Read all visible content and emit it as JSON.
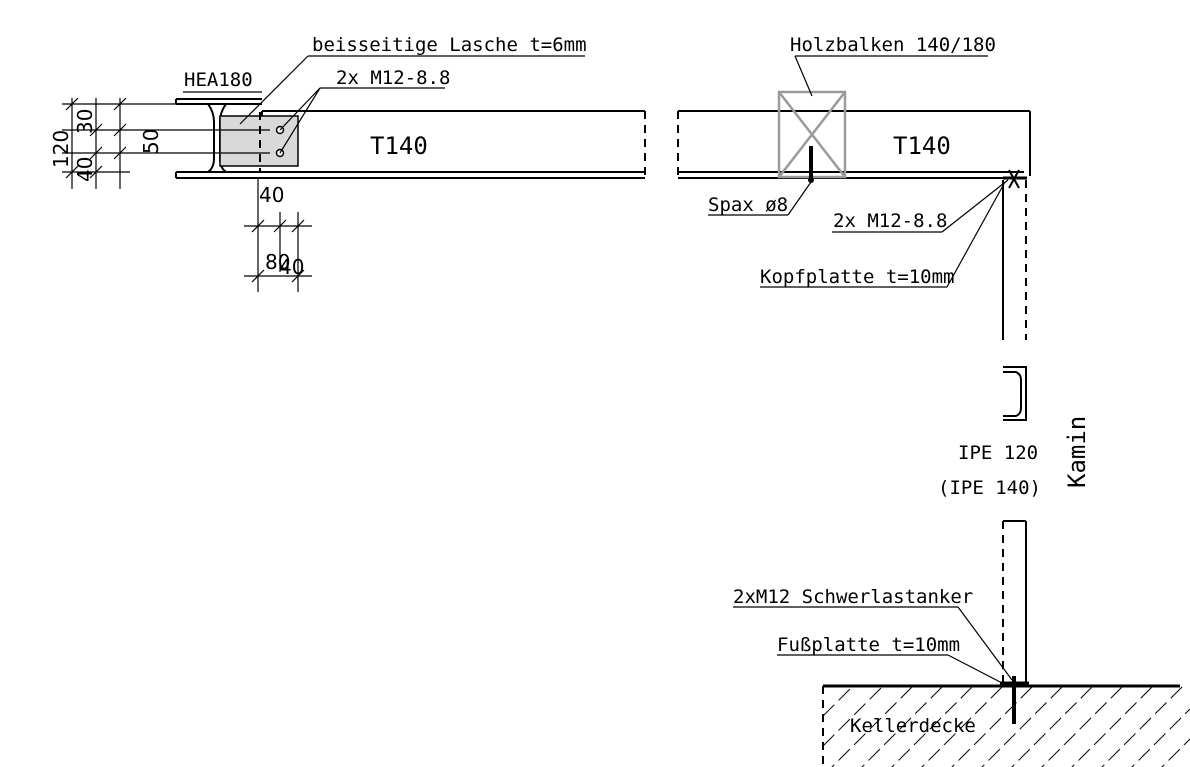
{
  "labels": {
    "hea180": "HEA180",
    "lasche": "beisseitige Lasche  t=6mm",
    "bolts_left": "2x M12-8.8",
    "t140_left": "T140",
    "holzbalken": "Holzbalken 140/180",
    "t140_right": "T140",
    "spax": "Spax ø8",
    "bolts_right": "2x M12-8.8",
    "kopfplatte": "Kopfplatte t=10mm",
    "ipe120": "IPE 120",
    "ipe140": "(IPE 140)",
    "kamin": "Kamin",
    "anker": "2xM12 Schwerlastanker",
    "fussplatte": "Fußplatte t=10mm",
    "kellerdecke": "Kellerdecke"
  },
  "dimensions": {
    "d120": "120",
    "d40v": "40",
    "d30": "30",
    "d50": "50",
    "d40h": "40",
    "d80": "80",
    "d40b": "40"
  },
  "colors": {
    "line": "#000000",
    "timber": "#9a9a9a",
    "plate_fill": "#d9d9d9"
  }
}
